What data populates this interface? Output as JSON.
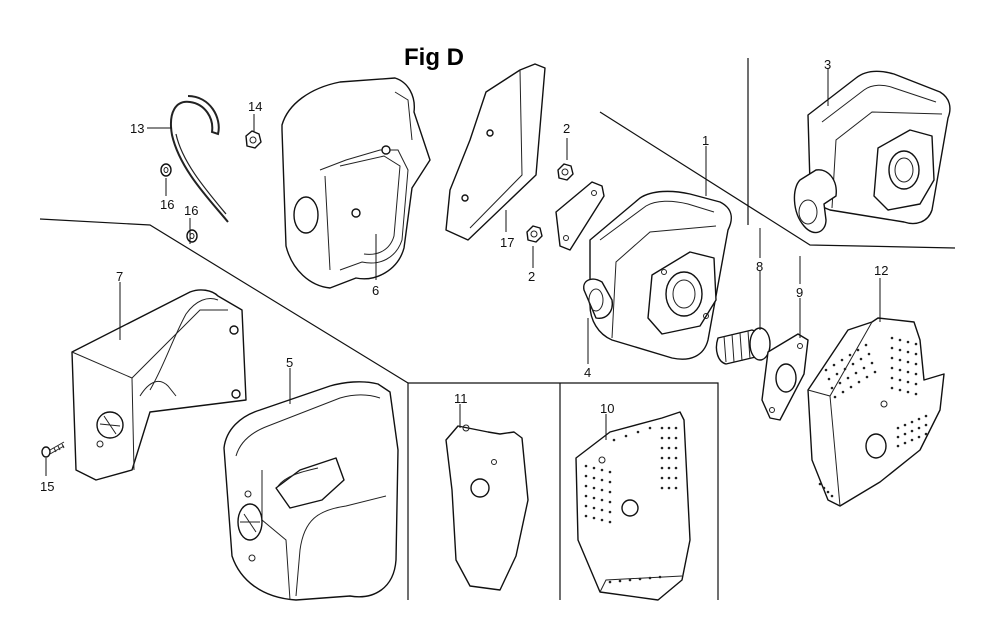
{
  "figure_title": "Fig D",
  "callouts": [
    {
      "id": "c1",
      "label": "1"
    },
    {
      "id": "c2a",
      "label": "2"
    },
    {
      "id": "c2b",
      "label": "2"
    },
    {
      "id": "c3",
      "label": "3"
    },
    {
      "id": "c4",
      "label": "4"
    },
    {
      "id": "c5",
      "label": "5"
    },
    {
      "id": "c6",
      "label": "6"
    },
    {
      "id": "c7",
      "label": "7"
    },
    {
      "id": "c8",
      "label": "8"
    },
    {
      "id": "c9",
      "label": "9"
    },
    {
      "id": "c10",
      "label": "10"
    },
    {
      "id": "c11",
      "label": "11"
    },
    {
      "id": "c12",
      "label": "12"
    },
    {
      "id": "c13",
      "label": "13"
    },
    {
      "id": "c14",
      "label": "14"
    },
    {
      "id": "c15",
      "label": "15"
    },
    {
      "id": "c16a",
      "label": "16"
    },
    {
      "id": "c16b",
      "label": "16"
    },
    {
      "id": "c17",
      "label": "17"
    }
  ]
}
